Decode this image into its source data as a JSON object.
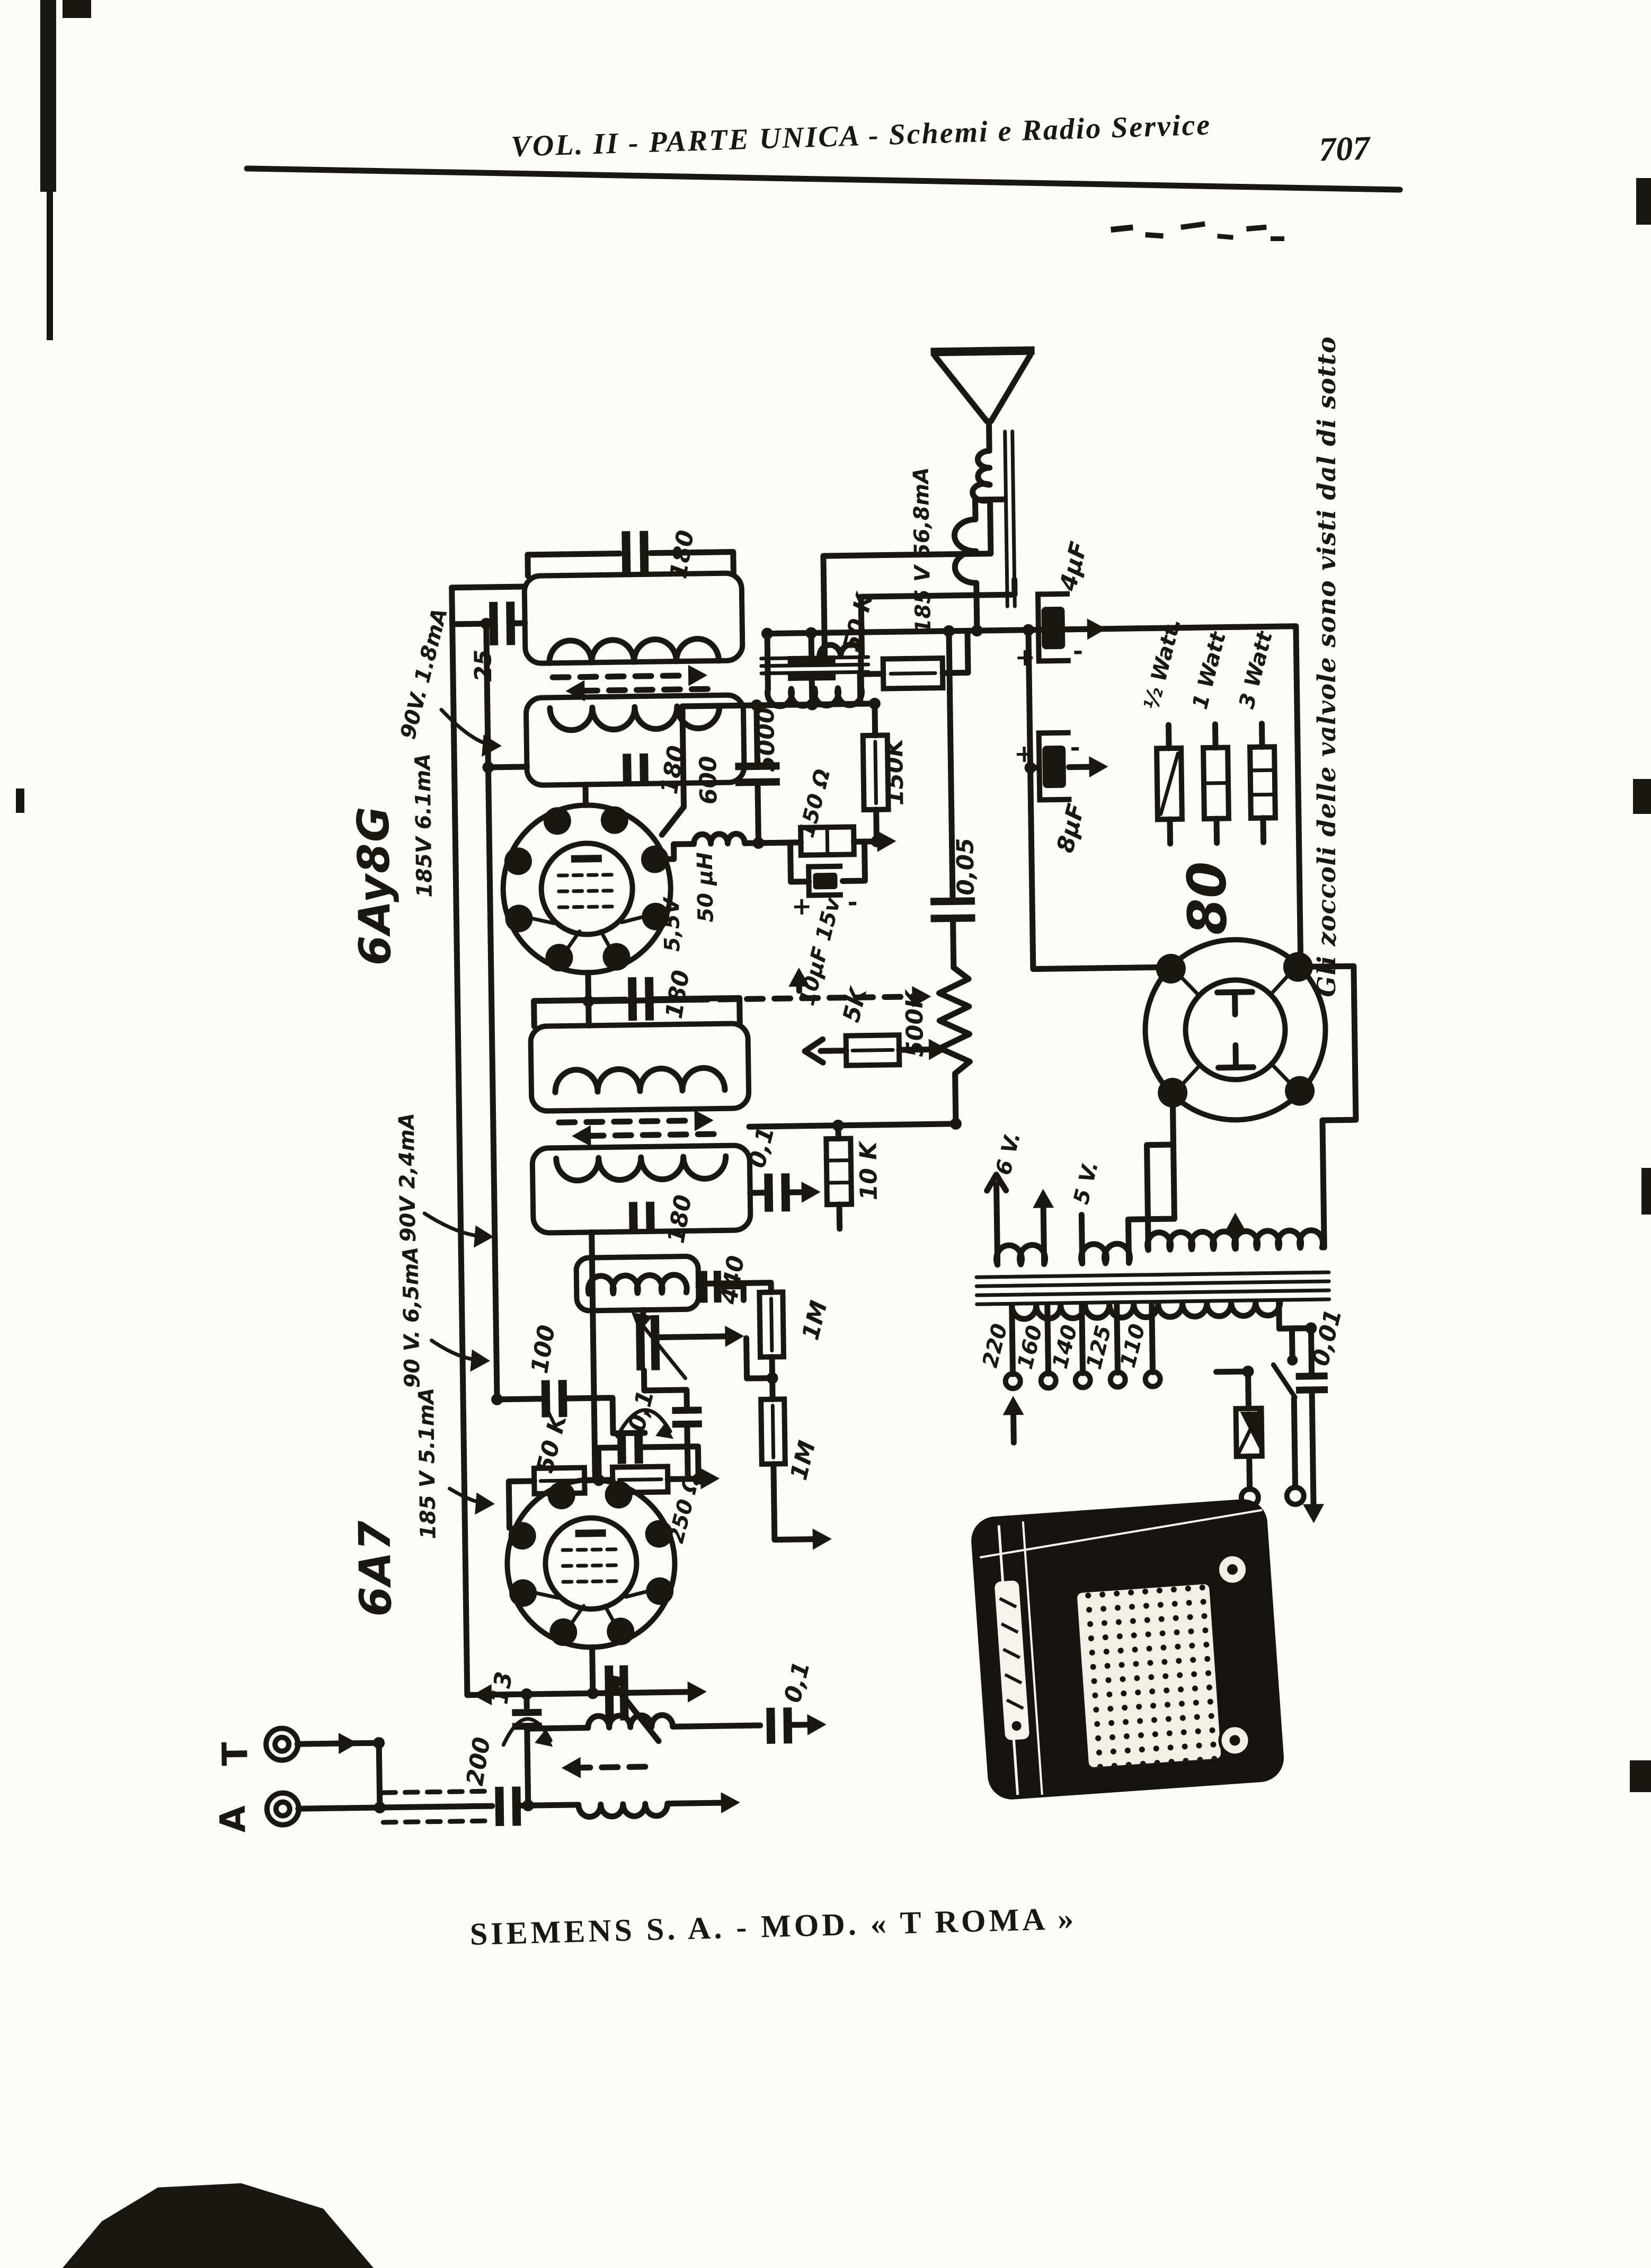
{
  "header": {
    "title": "VOL. II - PARTE UNICA - Schemi e Radio Service",
    "page_number": "707"
  },
  "caption": "SIEMENS S. A. - MOD. « T ROMA »",
  "side_note": "Gli zoccoli delle valvole sono visti dal di sotto",
  "tubes": {
    "t1": "6Ay8G",
    "t2": "6A7",
    "t3": "80"
  },
  "terminals": {
    "t": "T",
    "a": "A"
  },
  "voltages": {
    "v1": "90V. 1.8mA",
    "v2": "185V 6.1mA",
    "v3": "90V 2,4mA",
    "v4": "90 V. 6,5mA",
    "v5": "185 V 5.1mA",
    "v6": "185 V 56,8mA",
    "v7": "5,5V",
    "v8": "6 V.",
    "v9": "5 V."
  },
  "components": {
    "c25": "25",
    "c180a": "180",
    "c180b": "180",
    "c180c": "180",
    "c180d": "180",
    "c5000": "5000",
    "r50k_a": "50 K",
    "c600": "600",
    "r150k": "150K",
    "r150": "150 Ω",
    "l50uh": "50 µH",
    "c10uf": "10µF 15v",
    "c005": "0,05",
    "pot500k": "500K",
    "r5k": "5K",
    "c01a": "0,1",
    "r10k": "10 K",
    "c100": "100",
    "c440": "440",
    "r50k_b": "50 K",
    "c01b": "0,1",
    "r250": "250 Ω",
    "r1m_a": "1M",
    "r1m_b": "1M",
    "c200": "200",
    "c13": "13",
    "c01c": "0,1",
    "c4uf": "4µF",
    "c8uf": "8µF",
    "c001": "0,01"
  },
  "legend": {
    "w_half": "½ Watt.",
    "w1": "1 Watt",
    "w3": "3 Watt"
  },
  "mains_taps": [
    "220",
    "160",
    "140",
    "125",
    "110"
  ],
  "signs": {
    "plus": "+",
    "minus": "-"
  }
}
